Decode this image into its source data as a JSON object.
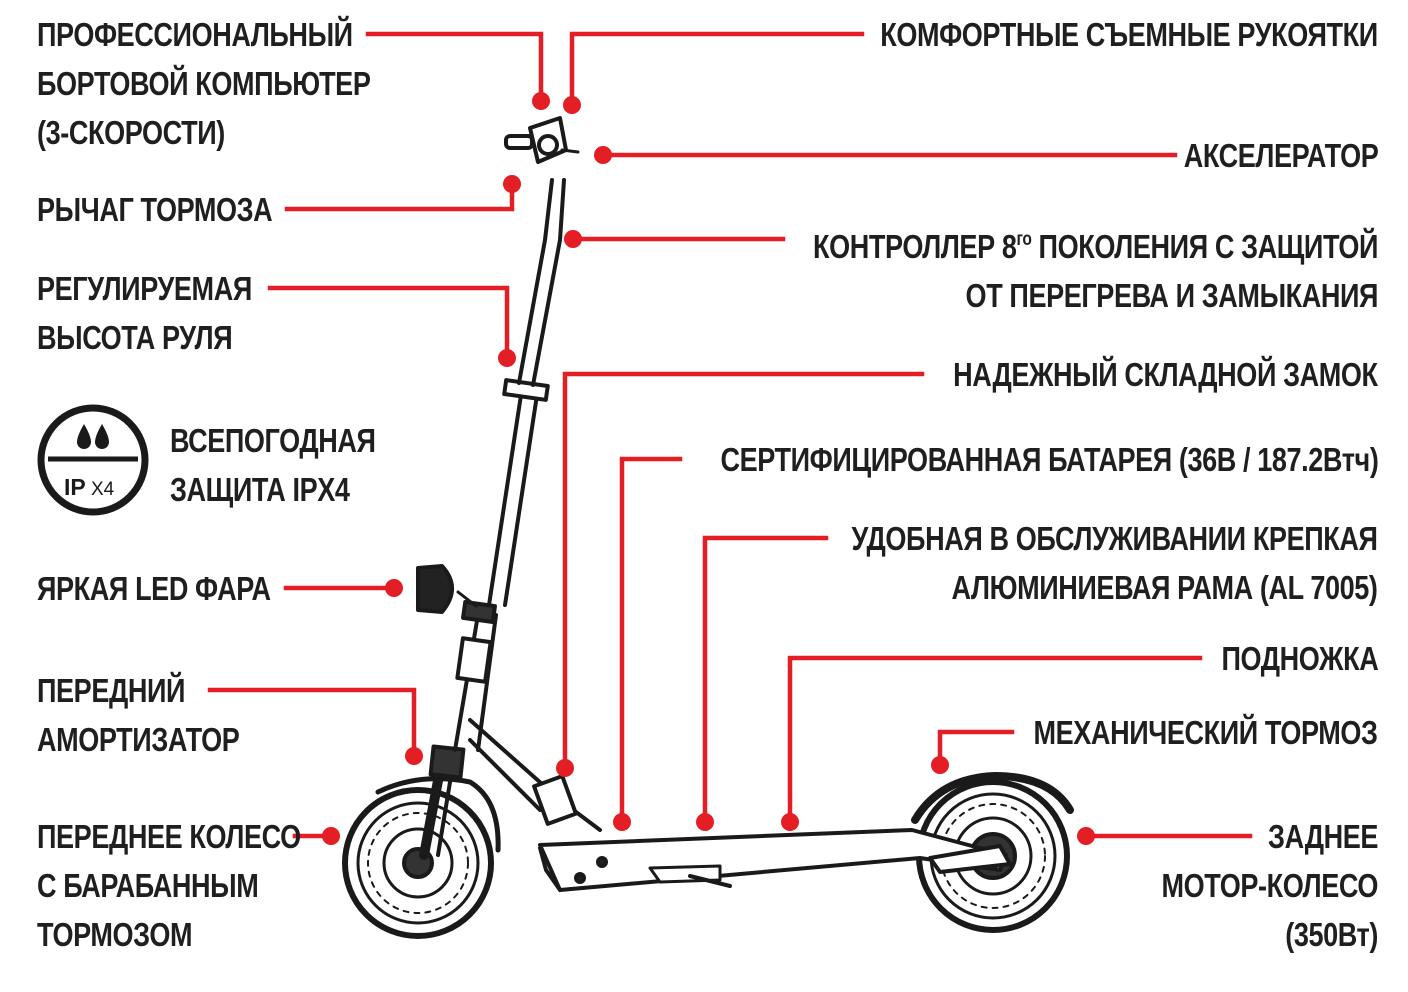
{
  "colors": {
    "callout": "#e31e24",
    "text": "#1f1f1f",
    "outline": "#1a1a1a"
  },
  "labels": {
    "onboard_computer": [
      "ПРОФЕССИОНАЛЬНЫЙ",
      "БОРТОВОЙ КОМПЬЮТЕР",
      "(3-СКОРОСТИ)"
    ],
    "brake_lever": [
      "РЫЧАГ ТОРМОЗА"
    ],
    "adjustable_height": [
      "РЕГУЛИРУЕМАЯ",
      "ВЫСОТА РУЛЯ"
    ],
    "weather_protection": [
      "ВСЕПОГОДНАЯ",
      "ЗАЩИТА IPX4"
    ],
    "led_headlight": [
      "ЯРКАЯ LED ФАРА"
    ],
    "front_suspension": [
      "ПЕРЕДНИЙ",
      "АМОРТИЗАТОР"
    ],
    "front_wheel": [
      "ПЕРЕДНЕЕ КОЛЕСО",
      "С БАРАБАННЫМ",
      "ТОРМОЗОМ"
    ],
    "grips": [
      "КОМФОРТНЫЕ СЪЕМНЫЕ РУКОЯТКИ"
    ],
    "accelerator": [
      "АКСЕЛЕРАТОР"
    ],
    "controller": {
      "line1_before": "КОНТРОЛЛЕР 8",
      "line1_sup": "го",
      "line1_after": " ПОКОЛЕНИЯ С ЗАЩИТОЙ",
      "line2": "ОТ ПЕРЕГРЕВА И ЗАМЫКАНИЯ"
    },
    "folding_lock": [
      "НАДЕЖНЫЙ СКЛАДНОЙ ЗАМОК"
    ],
    "battery": [
      "СЕРТИФИЦИРОВАННАЯ БАТАРЕЯ (36В / 187.2Втч)"
    ],
    "frame": [
      "УДОБНАЯ В ОБСЛУЖИВАНИИ КРЕПКАЯ",
      "АЛЮМИНИЕВАЯ РАМА (AL 7005)"
    ],
    "kickstand": [
      "ПОДНОЖКА"
    ],
    "mechanical_brake": [
      "МЕХАНИЧЕСКИЙ ТОРМОЗ"
    ],
    "rear_wheel": [
      "ЗАДНЕЕ",
      "МОТОР-КОЛЕСО",
      "(350Вт)"
    ]
  },
  "ipx_badge": {
    "text_big": "IP",
    "text_small": "X4",
    "icon": "water-drops-icon"
  }
}
